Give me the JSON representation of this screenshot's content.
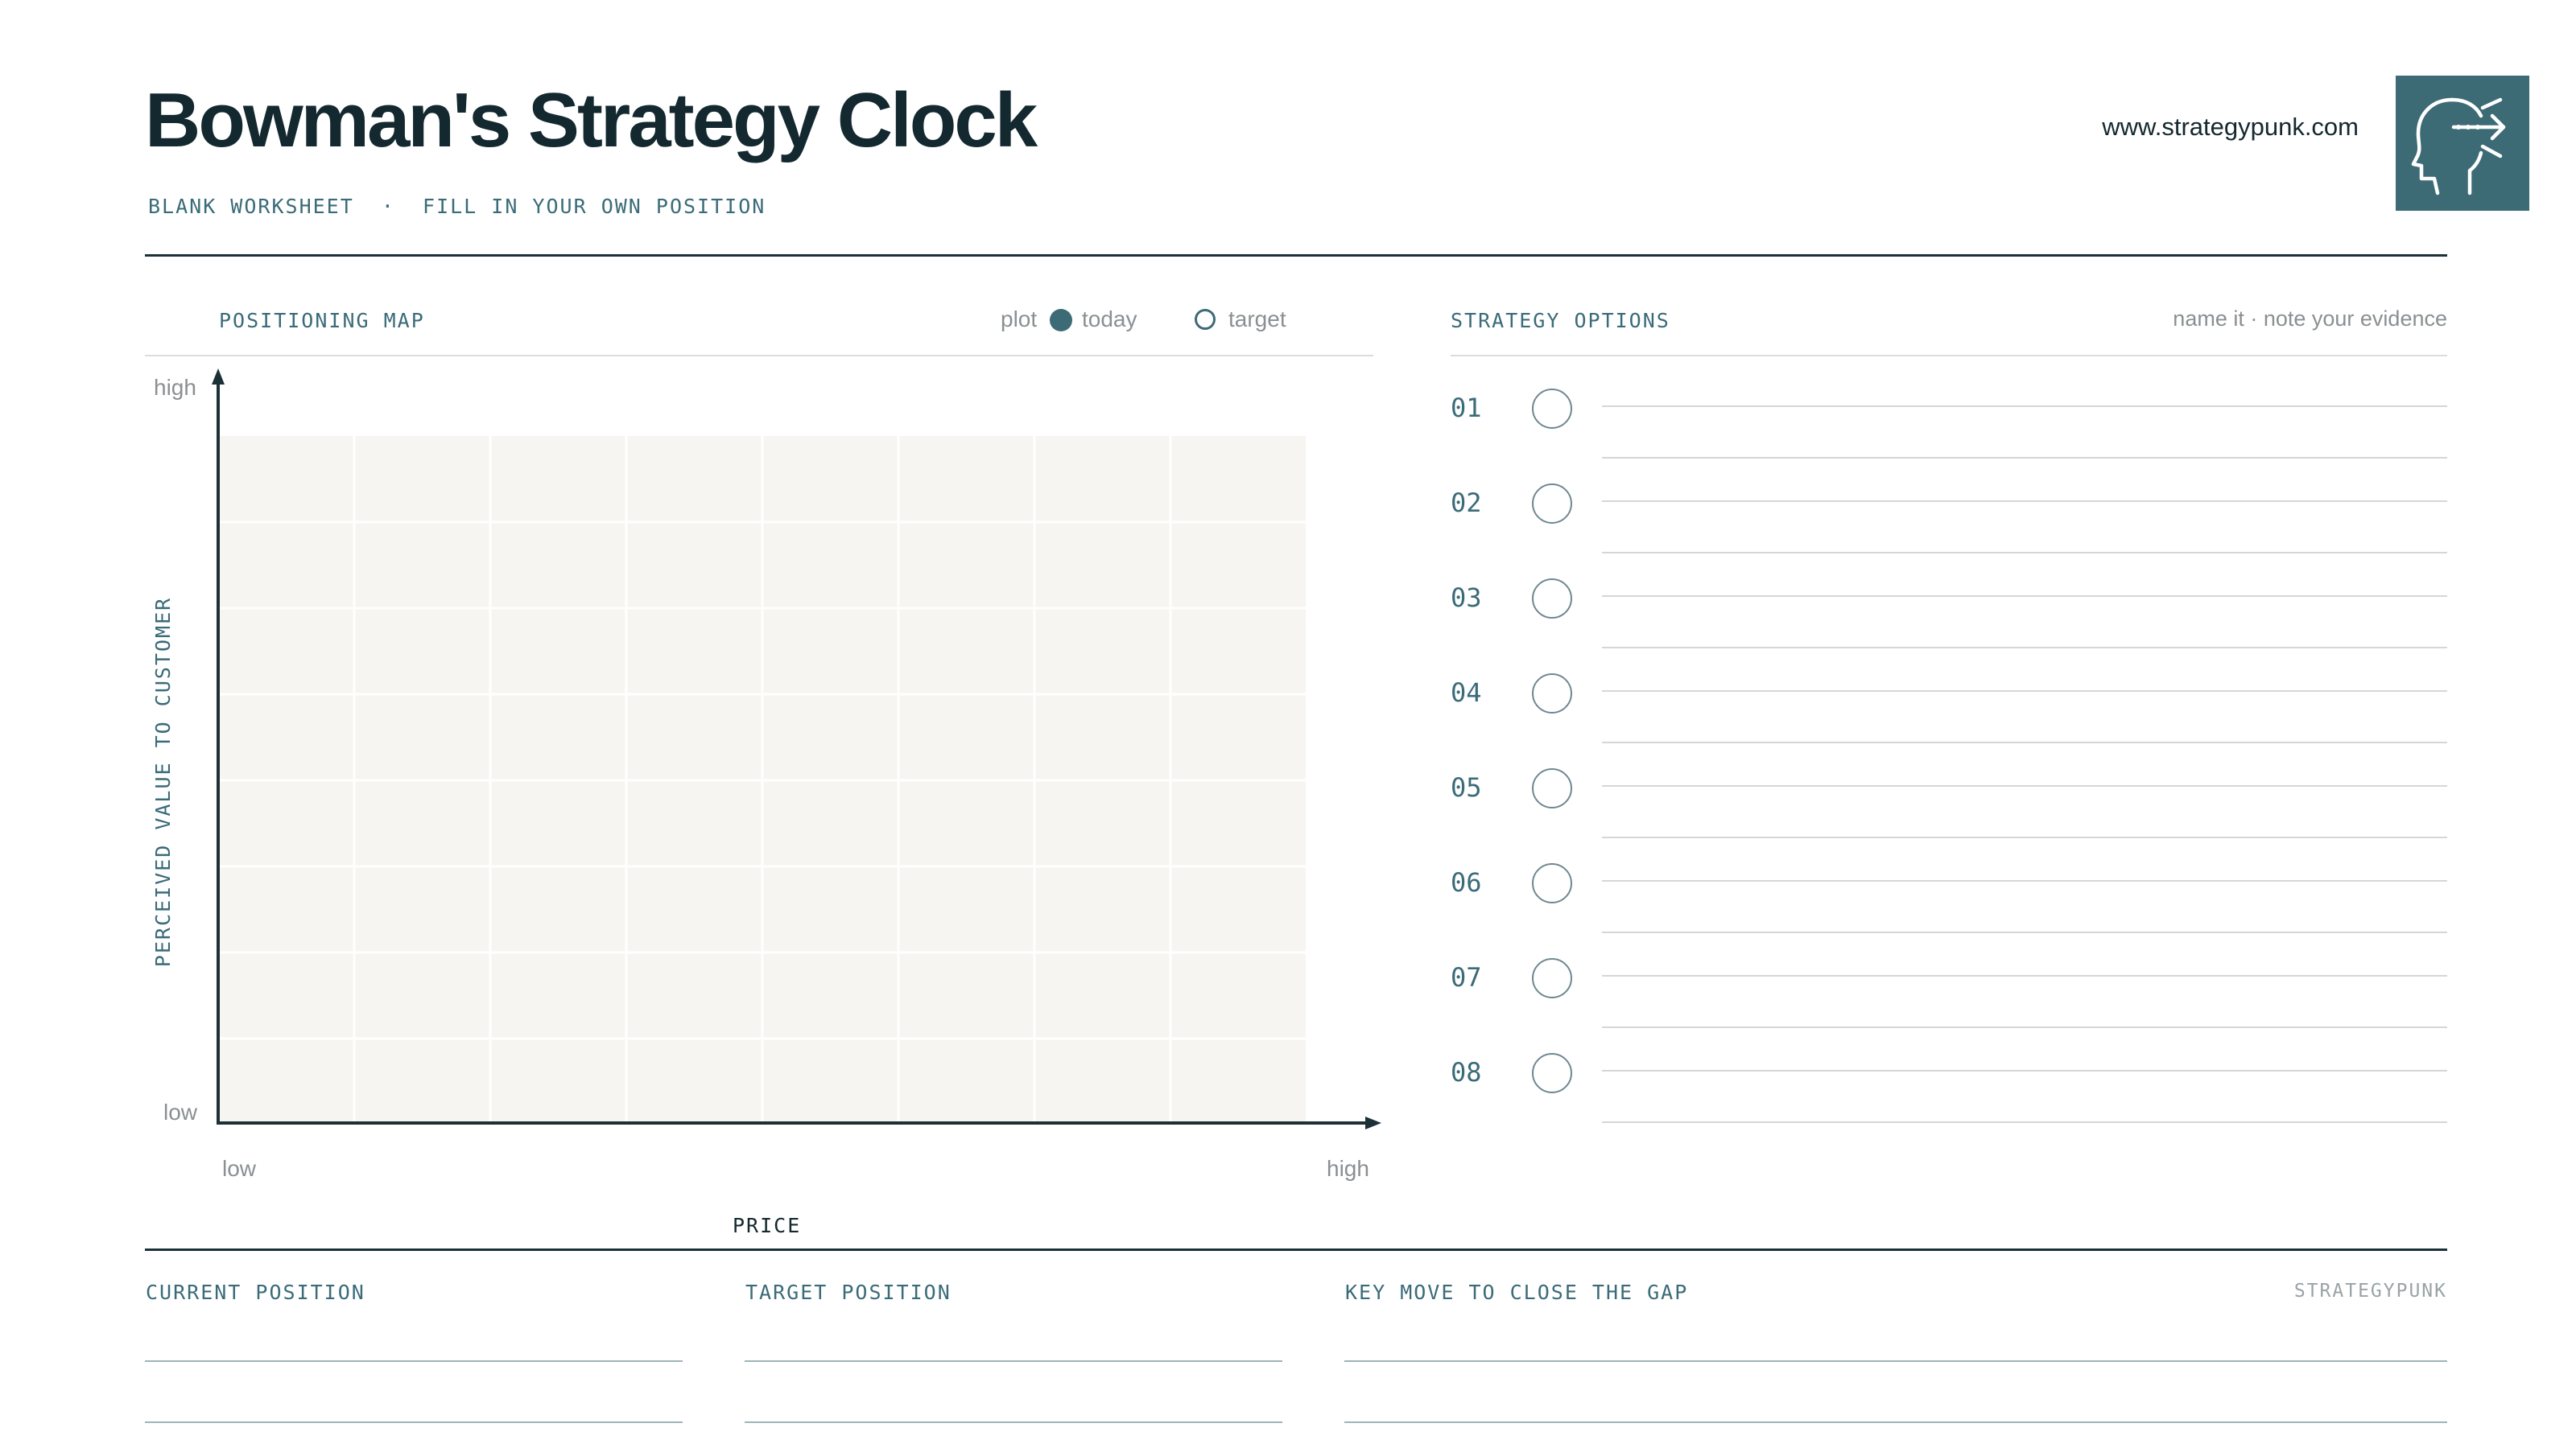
{
  "header": {
    "title": "Bowman's Strategy Clock",
    "subtitle": "BLANK WORKSHEET  ·  FILL IN YOUR OWN POSITION",
    "website": "www.strategypunk.com",
    "logo_icon": "head-arrows-icon"
  },
  "map": {
    "section_label": "POSITIONING MAP",
    "legend_prefix": "plot",
    "legend_today": "today",
    "legend_target": "target",
    "y_axis_label": "PERCEIVED VALUE TO CUSTOMER",
    "y_high": "high",
    "y_low": "low",
    "x_axis_label": "PRICE",
    "x_low": "low",
    "x_high": "high"
  },
  "options": {
    "section_label": "STRATEGY OPTIONS",
    "hint": "name it · note your evidence",
    "items": [
      {
        "number": "01"
      },
      {
        "number": "02"
      },
      {
        "number": "03"
      },
      {
        "number": "04"
      },
      {
        "number": "05"
      },
      {
        "number": "06"
      },
      {
        "number": "07"
      },
      {
        "number": "08"
      }
    ]
  },
  "footer": {
    "current_position": "CURRENT POSITION",
    "target_position": "TARGET POSITION",
    "key_move": "KEY MOVE TO CLOSE THE GAP",
    "brand": "STRATEGYPUNK"
  },
  "colors": {
    "ink": "#13282f",
    "accent": "#3c6b76",
    "grid_fill": "#f6f5f1"
  }
}
